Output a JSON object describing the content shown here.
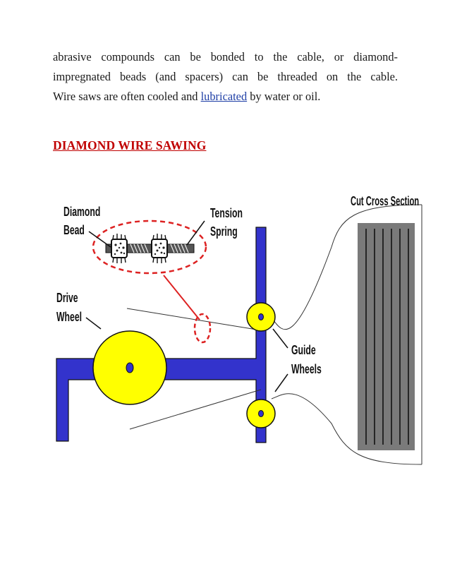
{
  "paragraph": {
    "line1": "abrasive compounds can be bonded to the cable, or diamond-",
    "line2": "impregnated beads (and spacers) can be threaded on the cable.",
    "line3_before": "Wire saws are often cooled and ",
    "line3_link": "lubricated",
    "line3_after": " by water or oil."
  },
  "heading": "DIAMOND WIRE SAWING",
  "figure": {
    "labels": {
      "diamond": "Diamond",
      "bead": "Bead",
      "tension": "Tension",
      "spring": "Spring",
      "drive": "Drive",
      "wheel": "Wheel",
      "guide": "Guide",
      "wheels": "Wheels",
      "cut_cross_section": "Cut Cross Section"
    },
    "colors": {
      "frame": "#3333cc",
      "wheel_fill": "#ffff00",
      "dashed_highlight": "#dd2222",
      "cut_section": "#7a7a7a",
      "heading": "#c00000"
    }
  }
}
